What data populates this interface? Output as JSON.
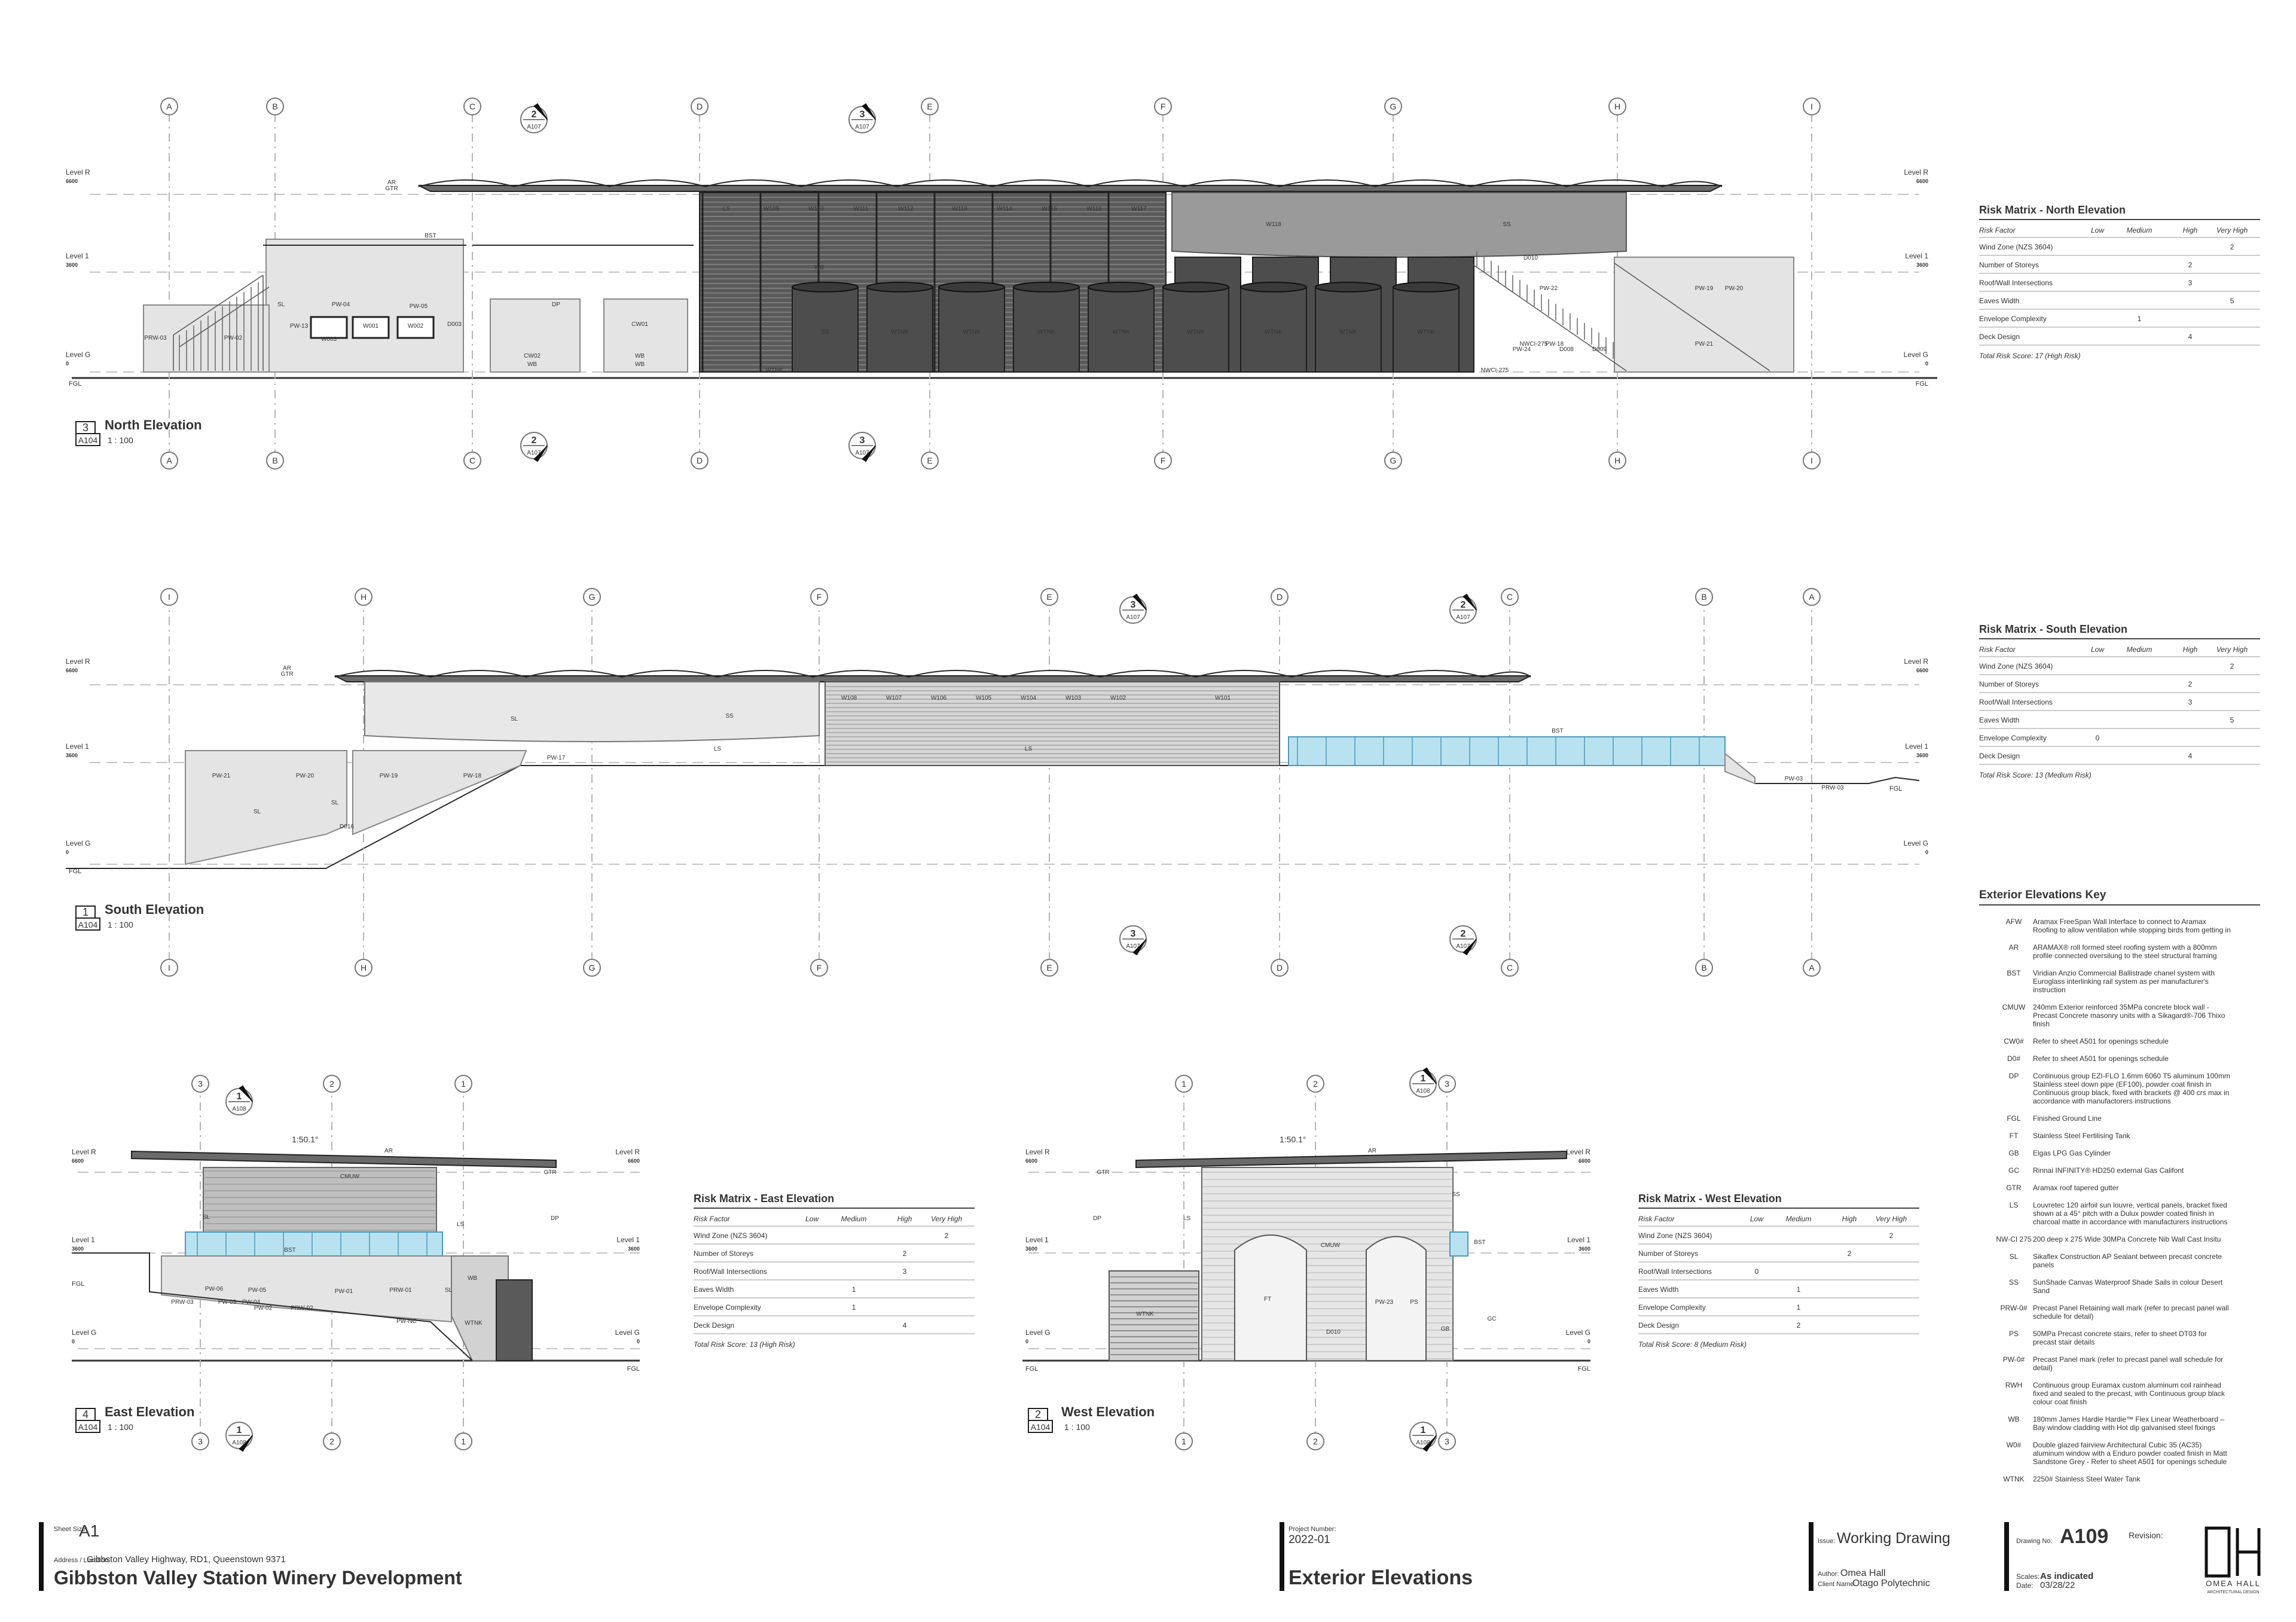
{
  "elevations": {
    "north": {
      "number": "3",
      "sheet": "A104",
      "title": "North Elevation",
      "scale": "1 : 100",
      "grids_top": [
        "A",
        "B",
        "C",
        "D",
        "E",
        "F",
        "G",
        "H",
        "I"
      ],
      "grids_bottom": [
        "A",
        "B",
        "C",
        "D",
        "E",
        "F",
        "G",
        "H",
        "I"
      ],
      "section_markers": [
        {
          "num": "2",
          "sheet": "A107"
        },
        {
          "num": "3",
          "sheet": "A107"
        }
      ],
      "levels": [
        {
          "name": "Level R",
          "value": "6600"
        },
        {
          "name": "Level 1",
          "value": "3600"
        },
        {
          "name": "Level G",
          "value": "0"
        }
      ],
      "fgl": "FGL",
      "tags": [
        "AR",
        "GTR",
        "BST",
        "SL",
        "PRW-03",
        "PW-02",
        "PW-04",
        "PW-05",
        "PW-13",
        "W001",
        "W002",
        "W003",
        "D003",
        "DP",
        "CW01",
        "CW02",
        "WB",
        "WB",
        "WB",
        "WB",
        "LS",
        "W109",
        "W110",
        "W111",
        "W112",
        "W113",
        "W114",
        "W115",
        "W116",
        "W117",
        "W118",
        "SS",
        "SS",
        "WTNK",
        "WTNK",
        "WTNK",
        "WTNK",
        "WTNK",
        "WTNK",
        "WTNK",
        "WTNK",
        "WTNK",
        "NWCI-275",
        "NWCI-275",
        "PW-18",
        "PW-19",
        "PW-20",
        "PW-21",
        "PW-22",
        "PW-24",
        "D008",
        "D009",
        "D010",
        "SL"
      ]
    },
    "south": {
      "number": "1",
      "sheet": "A104",
      "title": "South Elevation",
      "scale": "1 : 100",
      "grids_top": [
        "I",
        "H",
        "G",
        "F",
        "E",
        "D",
        "C",
        "B",
        "A"
      ],
      "grids_bottom": [
        "I",
        "H",
        "G",
        "F",
        "E",
        "D",
        "C",
        "B",
        "A"
      ],
      "section_markers": [
        {
          "num": "3",
          "sheet": "A107"
        },
        {
          "num": "2",
          "sheet": "A107"
        }
      ],
      "levels": [
        {
          "name": "Level R",
          "value": "6600"
        },
        {
          "name": "Level 1",
          "value": "3600"
        },
        {
          "name": "Level G",
          "value": "0"
        }
      ],
      "fgl": "FGL",
      "tags": [
        "AR",
        "GTR",
        "SL",
        "SS",
        "W108",
        "W107",
        "W106",
        "W105",
        "W104",
        "W103",
        "W102",
        "W101",
        "BST",
        "PW-21",
        "PW-20",
        "PW-19",
        "PW-18",
        "PW-17",
        "SL",
        "D016",
        "PW-03",
        "PRW-03",
        "SL",
        "LS",
        "LS"
      ]
    },
    "east": {
      "number": "4",
      "sheet": "A104",
      "title": "East Elevation",
      "scale": "1 : 100",
      "grids": [
        "3",
        "2",
        "1"
      ],
      "section_marker": {
        "num": "1",
        "sheet": "A108"
      },
      "slope": "1:50.1°",
      "levels": [
        {
          "name": "Level R",
          "value": "6600"
        },
        {
          "name": "Level 1",
          "value": "3600"
        },
        {
          "name": "Level G",
          "value": "0"
        }
      ],
      "fgl": "FGL",
      "tags": [
        "AR",
        "GTR",
        "DP",
        "CMUW",
        "BST",
        "LS",
        "SL",
        "PW-06",
        "PW-05",
        "PW-04",
        "PW-03",
        "PRW-03",
        "PRW-02",
        "PW-02",
        "PW-01",
        "PRW-01",
        "PW-NC",
        "SL",
        "WB",
        "WTNK"
      ]
    },
    "west": {
      "number": "2",
      "sheet": "A104",
      "title": "West Elevation",
      "scale": "1 : 100",
      "grids": [
        "1",
        "2",
        "3"
      ],
      "section_marker": {
        "num": "1",
        "sheet": "A108"
      },
      "slope": "1:50.1°",
      "levels": [
        {
          "name": "Level R",
          "value": "6600"
        },
        {
          "name": "Level 1",
          "value": "3600"
        },
        {
          "name": "Level G",
          "value": "0"
        }
      ],
      "fgl": "FGL",
      "tags": [
        "AR",
        "GTR",
        "DP",
        "LS",
        "CMUW",
        "FT",
        "PW-23",
        "PS",
        "D010",
        "GB",
        "GC",
        "BST",
        "WTNK",
        "SS"
      ]
    }
  },
  "risk_matrices": [
    {
      "title": "Risk Matrix - North Elevation",
      "headers": [
        "Risk Factor",
        "Low",
        "Medium",
        "High",
        "Very High"
      ],
      "rows": [
        [
          "Wind Zone (NZS 3604)",
          "",
          "",
          "",
          "2"
        ],
        [
          "Number of Storeys",
          "",
          "",
          "2",
          ""
        ],
        [
          "Roof/Wall Intersections",
          "",
          "",
          "3",
          ""
        ],
        [
          "Eaves Width",
          "",
          "",
          "",
          "5"
        ],
        [
          "Envelope Complexity",
          "",
          "1",
          "",
          ""
        ],
        [
          "Deck Design",
          "",
          "",
          "4",
          ""
        ]
      ],
      "total": "Total Risk Score: 17 (High Risk)"
    },
    {
      "title": "Risk Matrix - South Elevation",
      "headers": [
        "Risk Factor",
        "Low",
        "Medium",
        "High",
        "Very High"
      ],
      "rows": [
        [
          "Wind Zone (NZS 3604)",
          "",
          "",
          "",
          "2"
        ],
        [
          "Number of Storeys",
          "",
          "",
          "2",
          ""
        ],
        [
          "Roof/Wall Intersections",
          "",
          "",
          "3",
          ""
        ],
        [
          "Eaves Width",
          "",
          "",
          "",
          "5"
        ],
        [
          "Envelope Complexity",
          "0",
          "",
          "",
          ""
        ],
        [
          "Deck Design",
          "",
          "",
          "4",
          ""
        ]
      ],
      "total": "Total Risk Score: 13 (Medium Risk)"
    },
    {
      "title": "Risk Matrix - East Elevation",
      "headers": [
        "Risk Factor",
        "Low",
        "Medium",
        "High",
        "Very High"
      ],
      "rows": [
        [
          "Wind Zone (NZS 3604)",
          "",
          "",
          "",
          "2"
        ],
        [
          "Number of Storeys",
          "",
          "",
          "2",
          ""
        ],
        [
          "Roof/Wall Intersections",
          "",
          "",
          "3",
          ""
        ],
        [
          "Eaves Width",
          "",
          "1",
          "",
          ""
        ],
        [
          "Envelope Complexity",
          "",
          "1",
          "",
          ""
        ],
        [
          "Deck Design",
          "",
          "",
          "4",
          ""
        ]
      ],
      "total": "Total Risk Score: 13 (High Risk)"
    },
    {
      "title": "Risk Matrix - West Elevation",
      "headers": [
        "Risk Factor",
        "Low",
        "Medium",
        "High",
        "Very High"
      ],
      "rows": [
        [
          "Wind Zone (NZS 3604)",
          "",
          "",
          "",
          "2"
        ],
        [
          "Number of Storeys",
          "",
          "",
          "2",
          ""
        ],
        [
          "Roof/Wall Intersections",
          "0",
          "",
          "",
          ""
        ],
        [
          "Eaves Width",
          "",
          "1",
          "",
          ""
        ],
        [
          "Envelope Complexity",
          "",
          "1",
          "",
          ""
        ],
        [
          "Deck Design",
          "",
          "2",
          "",
          ""
        ]
      ],
      "total": "Total Risk Score: 8 (Medium Risk)"
    }
  ],
  "key": {
    "title": "Exterior Elevations Key",
    "items": [
      {
        "code": "AFW",
        "lines": [
          "Aramax FreeSpan Wall Interface to connect to Aramax",
          "Roofing to allow ventilation while stopping birds from getting in"
        ]
      },
      {
        "code": "AR",
        "lines": [
          "ARAMAX® roll formed steel roofing system with a 800mm",
          "profile connected oversilung to the steel structural framing"
        ]
      },
      {
        "code": "BST",
        "lines": [
          "Viridian Anzio Commercial Ballistrade chanel system with",
          "Euroglass interlinking rail system as per manufacturer's",
          "instruction"
        ]
      },
      {
        "code": "CMUW",
        "lines": [
          "240mm Exterior reinforced 35MPa concrete block wall -",
          "Precast Concrete masonry units with a Sikagard®-706 Thixo",
          "finish"
        ]
      },
      {
        "code": "CW0#",
        "lines": [
          "Refer to sheet A501 for openings schedule"
        ]
      },
      {
        "code": "D0#",
        "lines": [
          "Refer to sheet A501 for openings schedule"
        ]
      },
      {
        "code": "DP",
        "lines": [
          "Continuous group EZI-FLO 1.6mm 6060 T5 aluminum 100mm",
          "Stainless steel down pipe (EF100), powder coat finish in",
          "Continuous group black, fixed with brackets @ 400 crs max in",
          "accordance with manufactorers instructions"
        ]
      },
      {
        "code": "FGL",
        "lines": [
          "Finished Ground Line"
        ]
      },
      {
        "code": "FT",
        "lines": [
          "Stainless Steel Fertilising Tank"
        ]
      },
      {
        "code": "GB",
        "lines": [
          "Elgas LPG Gas Cylinder"
        ]
      },
      {
        "code": "GC",
        "lines": [
          "Rinnai INFINITY® HD250 external Gas Califont"
        ]
      },
      {
        "code": "GTR",
        "lines": [
          "Aramax roof tapered gutter"
        ]
      },
      {
        "code": "LS",
        "lines": [
          "Louvretec 120 airfoil sun louvre, vertical panels, bracket fixed",
          "shown at a 45° pitch with a Dulux powder coated finish in",
          "charcoal matte in accordance with manufacturers instructions"
        ]
      },
      {
        "code": "NW-CI 275",
        "lines": [
          "200 deep x 275 Wide 30MPa Concrete Nib Wall Cast Insitu"
        ]
      },
      {
        "code": "SL",
        "lines": [
          "Sikaflex Construction AP Sealant between precast concrete",
          "panels"
        ]
      },
      {
        "code": "SS",
        "lines": [
          "SunShade Canvas Waterproof Shade Sails in colour Desert",
          "Sand"
        ]
      },
      {
        "code": "PRW-0#",
        "lines": [
          "Precast Panel Retaining wall mark (refer to precast panel wall",
          "schedule for detail)"
        ]
      },
      {
        "code": "PS",
        "lines": [
          "50MPa Precast concrete stairs, refer to sheet DT03 for",
          "precast stair details"
        ]
      },
      {
        "code": "PW-0#",
        "lines": [
          "Precast Panel mark (refer to precast panel wall schedule for",
          "detail)"
        ]
      },
      {
        "code": "RWH",
        "lines": [
          "Continuous group Euramax custom aluminum coil rainhead",
          "fixed and sealed to the precast, with Continuous group black",
          "colour coat finish"
        ]
      },
      {
        "code": "WB",
        "lines": [
          "180mm James Hardie Hardie™ Flex Linear Weatherboard –",
          "Bay window cladding with Hot dip galvanised steel fixings"
        ]
      },
      {
        "code": "W0#",
        "lines": [
          "Double glazed fairview Architectural Cubic 35 (AC35)",
          "aluminum window with a Enduro powder coated finish in Matt",
          "Sandstone Grey - Refer to sheet A501 for openings schedule"
        ]
      },
      {
        "code": "WTNK",
        "lines": [
          "2250# Stainless Steel Water Tank"
        ]
      }
    ]
  },
  "title_block": {
    "sheet_size_label": "Sheet Size:",
    "sheet_size": "A1",
    "address_label": "Address / Location:",
    "address": "Gibbston Valley Highway, RD1, Queenstown 9371",
    "project_name": "Gibbston Valley Station Winery Development",
    "project_number_label": "Project Number:",
    "project_number": "2022-01",
    "sheet_title": "Exterior Elevations",
    "issue_label": "Issue:",
    "issue": "Working Drawing",
    "author_label": "Author:",
    "author": "Omea Hall",
    "client_label": "Client Name:",
    "client": "Otago Polytechnic",
    "drawing_no_label": "Drawing No:",
    "drawing_no": "A109",
    "revision_label": "Revision:",
    "revision": "",
    "scales_label": "Scales:",
    "scales": "As indicated",
    "date_label": "Date:",
    "date": "03/28/22",
    "logo_text": "OMEA HALL",
    "logo_sub": "ARCHITECTURAL DESIGN"
  },
  "colors": {
    "glass": "#b9e2f0",
    "tank": "#4d4d4d",
    "wall": "#e4e4e4",
    "sail": "#9a9a9a"
  }
}
